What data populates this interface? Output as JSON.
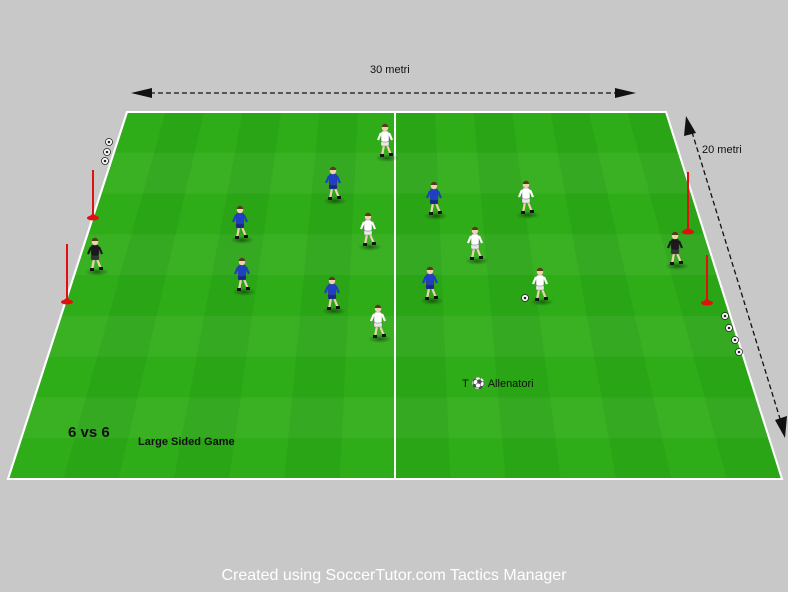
{
  "dimensions": {
    "length": "30 metri",
    "width": "20 metri"
  },
  "game": {
    "score": "6 vs 6",
    "title": "Large Sided Game"
  },
  "annotation": {
    "coach_note": "T ⚽ Allenatori"
  },
  "footer": {
    "credit": "Created using SoccerTutor.com Tactics Manager"
  },
  "colors": {
    "pitch_light": "#33b41b",
    "pitch_dark": "#2aa516",
    "background": "#c8c8c8",
    "team_blue": "#1f3fc4",
    "team_white": "#ffffff",
    "goalkeeper": "#1a1a1a",
    "pole_red": "#e01010"
  },
  "players": {
    "blue_count": 6,
    "white_count": 6,
    "goalkeepers": 2
  }
}
